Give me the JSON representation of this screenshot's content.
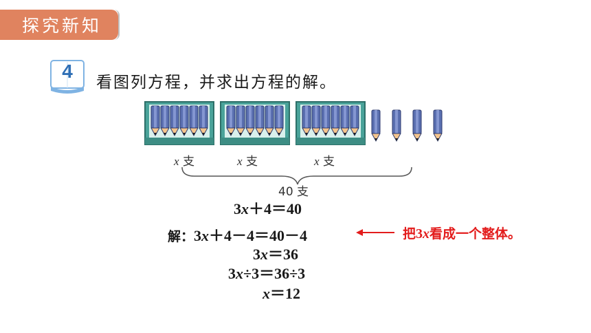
{
  "section_tag": "探究新知",
  "example_number": "4",
  "question": "看图列方程，并求出方程的解。",
  "illustration": {
    "box_label": "x 支",
    "box_labels": [
      "x 支",
      "x 支",
      "x 支"
    ],
    "total_label": "40 支",
    "boxes": 3,
    "pencils_per_box": 6,
    "loose_pencils": 4
  },
  "equation": {
    "main": [
      "3",
      "x",
      "＋4＝40"
    ],
    "solve_label": "解：",
    "steps": [
      [
        "3",
        "x",
        "＋4－4＝40－4"
      ],
      [
        "3",
        "x",
        "＝36"
      ],
      [
        "3",
        "x",
        "÷3＝36÷3"
      ],
      [
        "",
        "x",
        "＝12"
      ]
    ]
  },
  "note": {
    "prefix": "把",
    "highlight": "3x",
    "suffix": "看成一个整体。",
    "color": "#e31c1c"
  },
  "colors": {
    "tag_bg": "#e0835f",
    "badge_blue": "#2f6fb5",
    "box_teal": "#4aa39a",
    "pencil_blue": "#5a6fb0",
    "pencil_wood": "#f4c48c"
  }
}
